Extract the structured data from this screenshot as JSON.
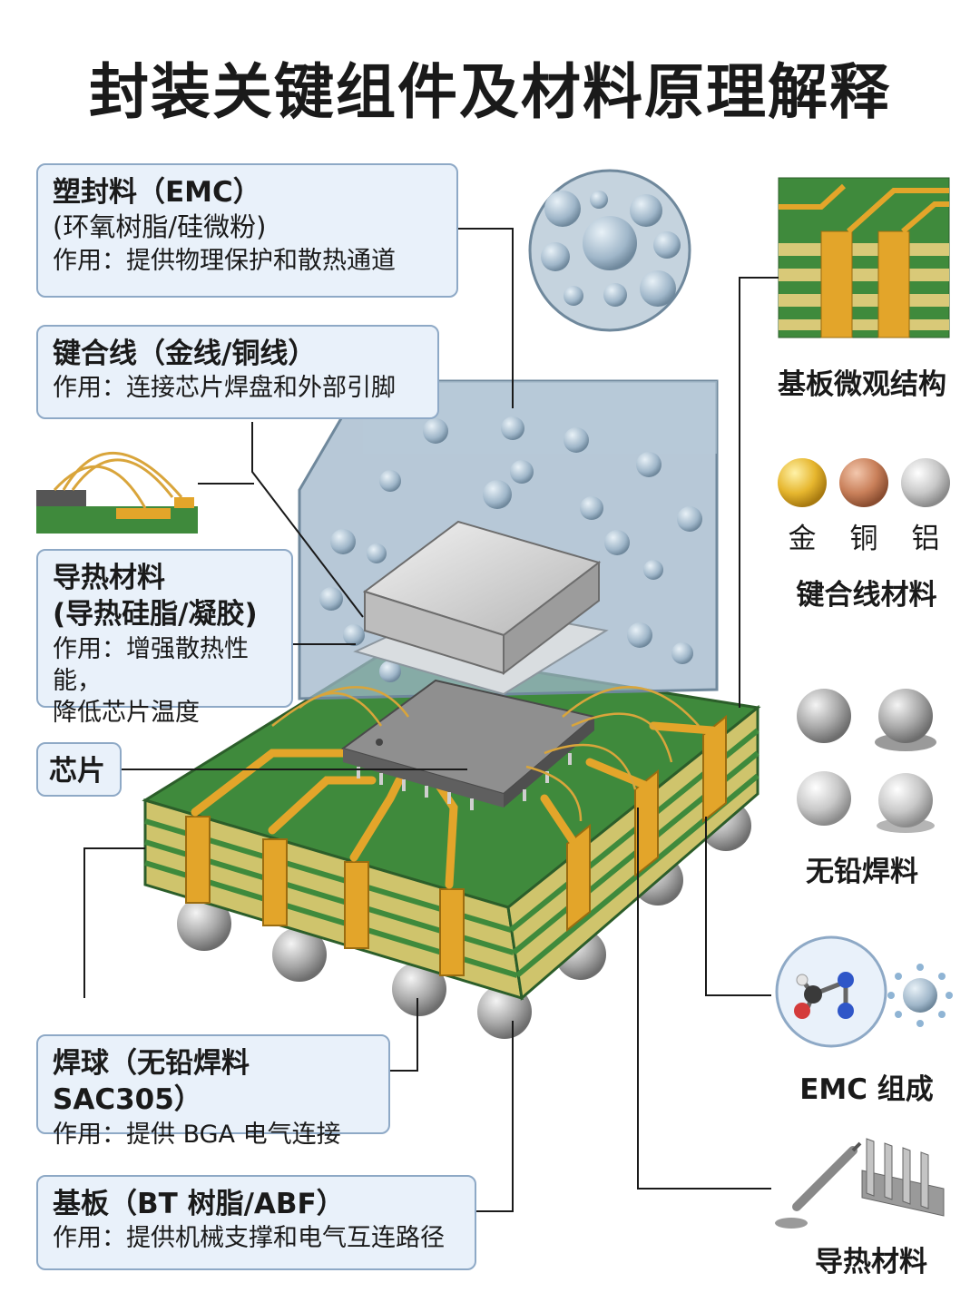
{
  "title": "封装关键组件及材料原理解释",
  "callouts": {
    "emc": {
      "title": "塑封料（EMC）",
      "material": "(环氧树脂/硅微粉)",
      "function": "作用：提供物理保护和散热通道"
    },
    "bond_wire": {
      "title": "键合线（金线/铜线）",
      "function": "作用：连接芯片焊盘和外部引脚"
    },
    "tim": {
      "title": "导热材料",
      "material": "(导热硅脂/凝胶)",
      "function_line1": "作用：增强散热性能，",
      "function_line2": "降低芯片温度"
    },
    "chip": {
      "title": "芯片"
    },
    "solder_ball": {
      "title": "焊球（无铅焊料 SAC305）",
      "function": "作用：提供 BGA 电气连接"
    },
    "substrate": {
      "title": "基板（BT 树脂/ABF）",
      "function": "作用：提供机械支撑和电气互连路径"
    }
  },
  "side_panel": {
    "substrate_micro_label": "基板微观结构",
    "bond_wire_metals": [
      "金",
      "铜",
      "铝"
    ],
    "bond_wire_material_label": "键合线材料",
    "lead_free_solder_label": "无铅焊料",
    "emc_composition_label": "EMC 组成",
    "thermal_material_label": "导热材料"
  },
  "colors": {
    "pcb_green": "#3f8a3c",
    "copper_trace": "#e3a52a",
    "emc_blue": "#9fb6c9",
    "callout_bg": "#e9f1fa",
    "callout_border": "#8ea9c6",
    "gold": "#e6b62e",
    "copper": "#c9805a",
    "aluminum": "#c8c8c8"
  }
}
